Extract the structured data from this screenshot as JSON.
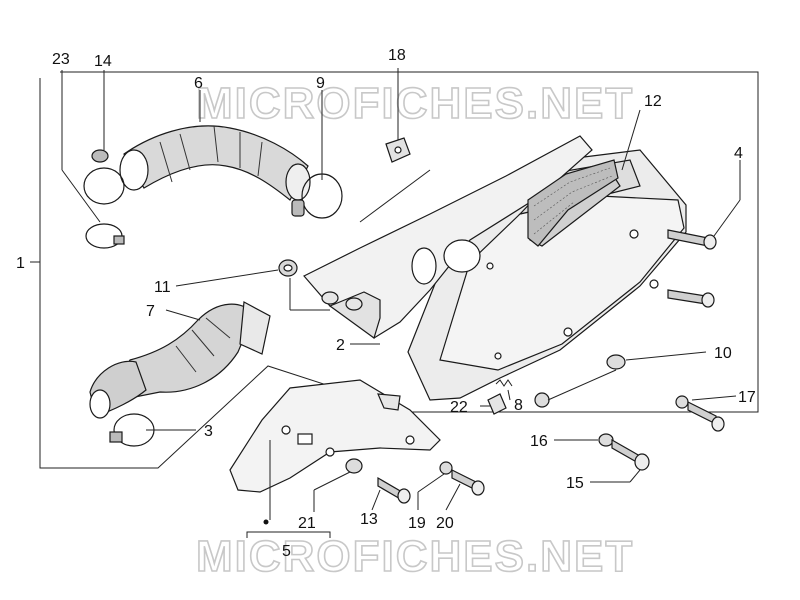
{
  "watermark": {
    "top": "MICROFICHES.NET",
    "bottom": "MICROFICHES.NET"
  },
  "callouts": [
    "1",
    "2",
    "3",
    "4",
    "5",
    "6",
    "7",
    "8",
    "9",
    "10",
    "11",
    "12",
    "13",
    "14",
    "15",
    "16",
    "17",
    "18",
    "19",
    "20",
    "21",
    "22",
    "23"
  ],
  "colors": {
    "line": "#1a1a1a",
    "part_fill": "#e9e9e9",
    "part_shade": "#c9c9c9",
    "watermark": "#c8c8c8"
  }
}
